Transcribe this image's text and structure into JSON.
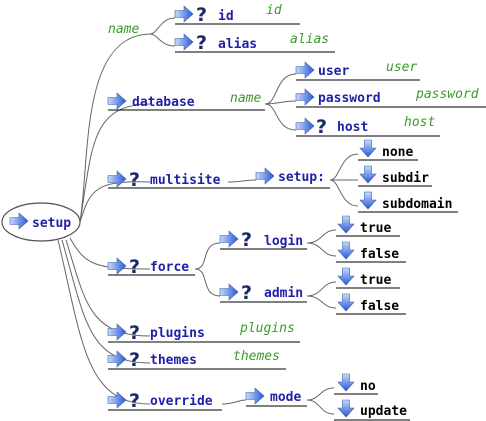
{
  "root": {
    "label": "setup"
  },
  "top": {
    "edge_label": "name",
    "id": {
      "label": "id",
      "value_label": "id"
    },
    "alias": {
      "label": "alias",
      "value_label": "alias"
    }
  },
  "database": {
    "label": "database",
    "edge_label": "name",
    "user": {
      "label": "user",
      "value_label": "user"
    },
    "password": {
      "label": "password",
      "value_label": "password"
    },
    "host": {
      "label": "host",
      "value_label": "host"
    }
  },
  "multisite": {
    "label": "multisite",
    "setup": {
      "label": "setup:"
    },
    "options": [
      "none",
      "subdir",
      "subdomain"
    ]
  },
  "force": {
    "label": "force",
    "login": {
      "label": "login",
      "options": [
        "true",
        "false"
      ]
    },
    "admin": {
      "label": "admin",
      "options": [
        "true",
        "false"
      ]
    }
  },
  "plugins": {
    "label": "plugins",
    "value_label": "plugins"
  },
  "themes": {
    "label": "themes",
    "value_label": "themes"
  },
  "override": {
    "label": "override",
    "mode": {
      "label": "mode",
      "options": [
        "no",
        "update"
      ]
    }
  },
  "colors": {
    "keyword": "#1f1fa8",
    "label": "#3a9a2a",
    "arrow_light": "#a9c8f4",
    "arrow_dark": "#2a56d8",
    "question": "#1a2a66",
    "edge": "#666666"
  },
  "icons": {
    "right_arrow": "right-arrow-icon",
    "down_arrow": "down-arrow-icon",
    "optional": "question-mark-icon"
  }
}
